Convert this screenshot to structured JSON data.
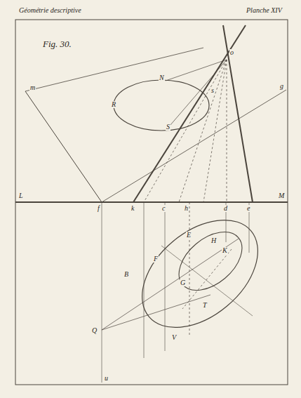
{
  "diagram": {
    "title": "Géométrie descriptive",
    "labels": [
      "Planche XIV",
      "Fig. 30.",
      "m",
      "N",
      "R",
      "S",
      "o",
      "g",
      "s",
      "L",
      "f",
      "k",
      "c",
      "h",
      "d",
      "e",
      "M",
      "E",
      "H",
      "F",
      "K",
      "G",
      "B",
      "T",
      "V",
      "Q",
      "u"
    ]
  }
}
